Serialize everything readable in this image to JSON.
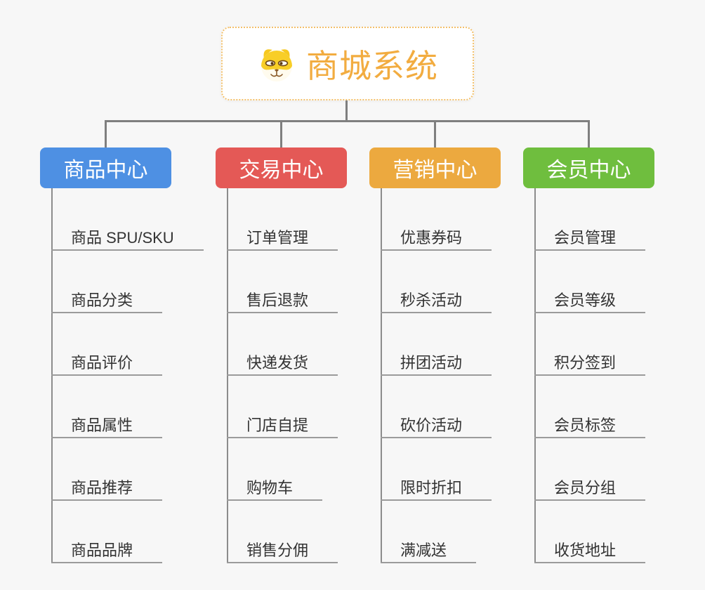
{
  "background_color": "#f7f7f7",
  "connector_color": "#7f7f7f",
  "underline_color": "#9b9b9b",
  "item_text_color": "#333333",
  "root": {
    "title": "商城系统",
    "icon": "shiba-dog-icon",
    "accent_color": "#f2ac40",
    "border_color": "#f3c06a"
  },
  "branches": [
    {
      "label": "商品中心",
      "color": "#4e90e3",
      "items": [
        "商品 SPU/SKU",
        "商品分类",
        "商品评价",
        "商品属性",
        "商品推荐",
        "商品品牌"
      ]
    },
    {
      "label": "交易中心",
      "color": "#e45956",
      "items": [
        "订单管理",
        "售后退款",
        "快递发货",
        "门店自提",
        "购物车",
        "销售分佣"
      ]
    },
    {
      "label": "营销中心",
      "color": "#eca93f",
      "items": [
        "优惠券码",
        "秒杀活动",
        "拼团活动",
        "砍价活动",
        "限时折扣",
        "满减送"
      ]
    },
    {
      "label": "会员中心",
      "color": "#6fbe3e",
      "items": [
        "会员管理",
        "会员等级",
        "积分签到",
        "会员标签",
        "会员分组",
        "收货地址"
      ]
    }
  ]
}
